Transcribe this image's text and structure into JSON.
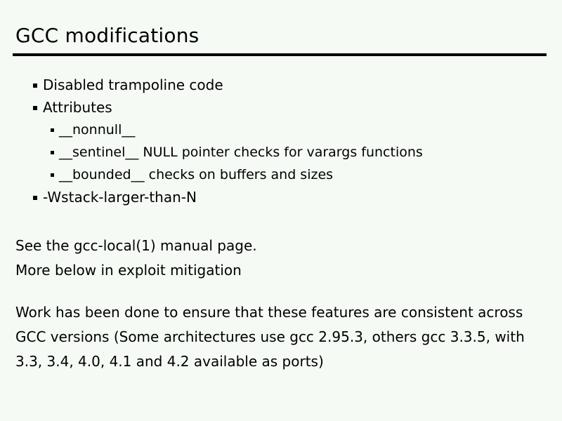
{
  "slide": {
    "title": "GCC modifications",
    "background_color": "#f5faf5",
    "text_color": "#000000",
    "rule_color": "#000000",
    "bullets": [
      {
        "level": 1,
        "text": "Disabled trampoline code"
      },
      {
        "level": 1,
        "text": "Attributes"
      },
      {
        "level": 2,
        "text": "__nonnull__"
      },
      {
        "level": 2,
        "text": "__sentinel__ NULL pointer checks for varargs functions"
      },
      {
        "level": 2,
        "text": "__bounded__ checks on buffers and sizes"
      },
      {
        "level": 1,
        "text": "-Wstack-larger-than-N"
      }
    ],
    "notes": [
      "See the gcc-local(1) manual page.",
      "More below in exploit mitigation"
    ],
    "paragraph": [
      "Work has been done to ensure that these features are consistent across",
      "GCC versions (Some architectures use gcc 2.95.3, others gcc 3.3.5, with",
      "3.3, 3.4, 4.0, 4.1 and 4.2 available as ports)"
    ]
  }
}
